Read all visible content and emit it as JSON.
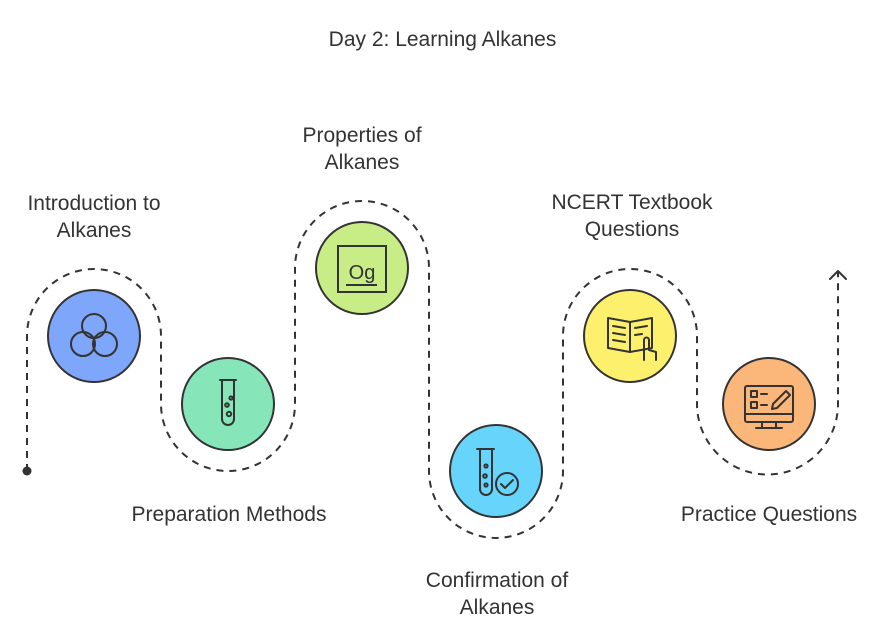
{
  "title": "Day 2: Learning Alkanes",
  "steps": [
    {
      "label_lines": [
        "Introduction to",
        "Alkanes"
      ],
      "icon": "venn-circles-icon",
      "color": "#7EA6FB"
    },
    {
      "label_lines": [
        "Preparation Methods"
      ],
      "icon": "test-tube-icon",
      "color": "#86E6BA"
    },
    {
      "label_lines": [
        "Properties of",
        "Alkanes"
      ],
      "icon": "element-og-icon",
      "color": "#C8EC86"
    },
    {
      "label_lines": [
        "Confirmation of",
        "Alkanes"
      ],
      "icon": "test-tube-check-icon",
      "color": "#67D4FB"
    },
    {
      "label_lines": [
        "NCERT Textbook",
        "Questions"
      ],
      "icon": "book-hand-icon",
      "color": "#FDF06C"
    },
    {
      "label_lines": [
        "Practice Questions"
      ],
      "icon": "computer-pen-icon",
      "color": "#FBB77A"
    }
  ],
  "element_symbol": "Og",
  "colors": {
    "path": "#333333",
    "stroke": "#333333",
    "text": "#333333"
  }
}
